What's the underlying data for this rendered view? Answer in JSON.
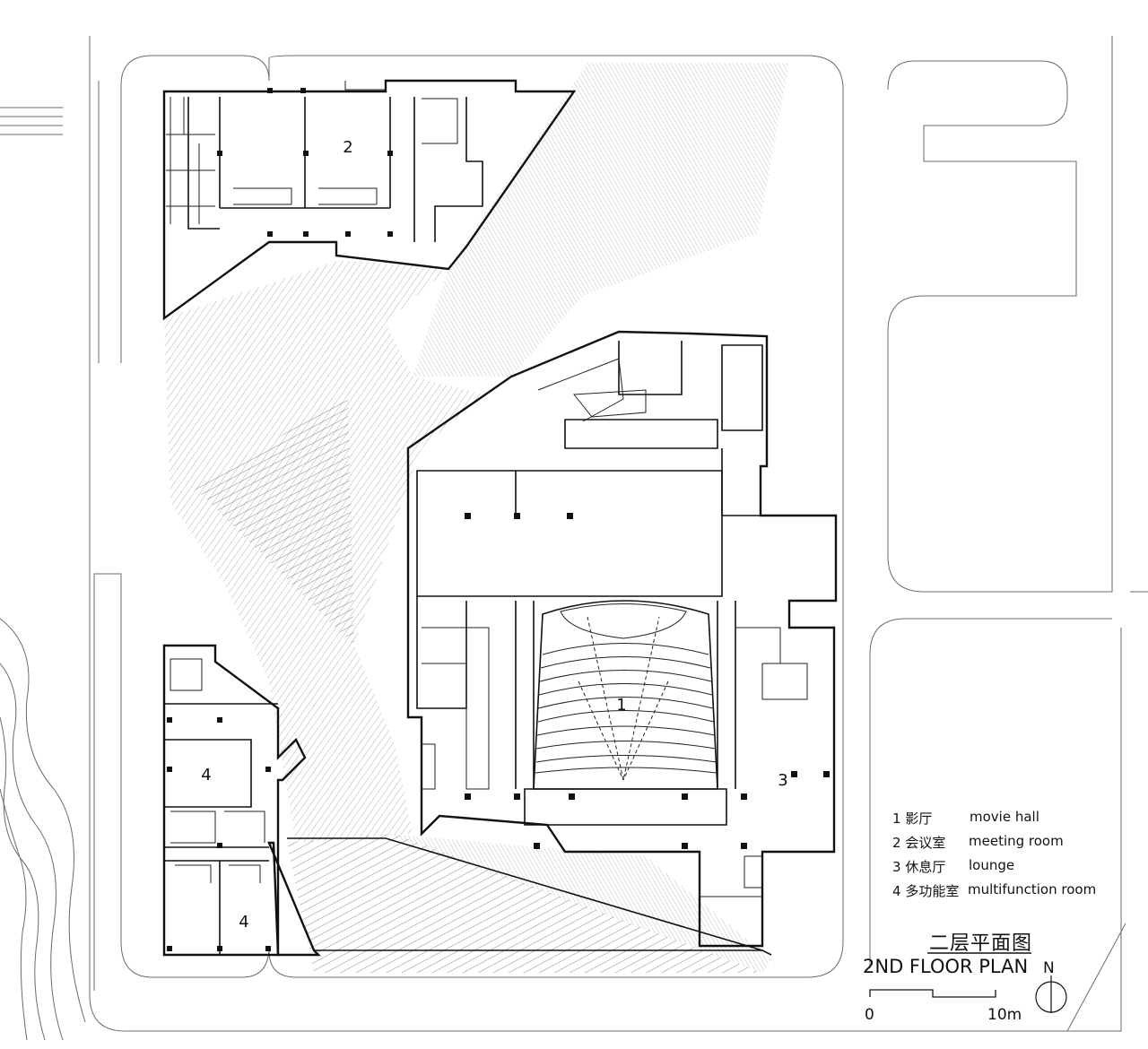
{
  "drawing": {
    "title_cn": "二层平面图",
    "title_en": "2ND FLOOR PLAN",
    "north_label": "N",
    "scale": {
      "start": "0",
      "end": "10m"
    }
  },
  "room_numbers": {
    "meeting": "2",
    "movie": "1",
    "lounge": "3",
    "multi_upper": "4",
    "multi_lower": "4"
  },
  "legend": {
    "items": [
      {
        "num": "1",
        "cn": "影厅",
        "en": "movie hall"
      },
      {
        "num": "2",
        "cn": "会议室",
        "en": "meeting room"
      },
      {
        "num": "3",
        "cn": "休息厅",
        "en": "lounge"
      },
      {
        "num": "4",
        "cn": "多功能室",
        "en": "multifunction room"
      }
    ]
  }
}
